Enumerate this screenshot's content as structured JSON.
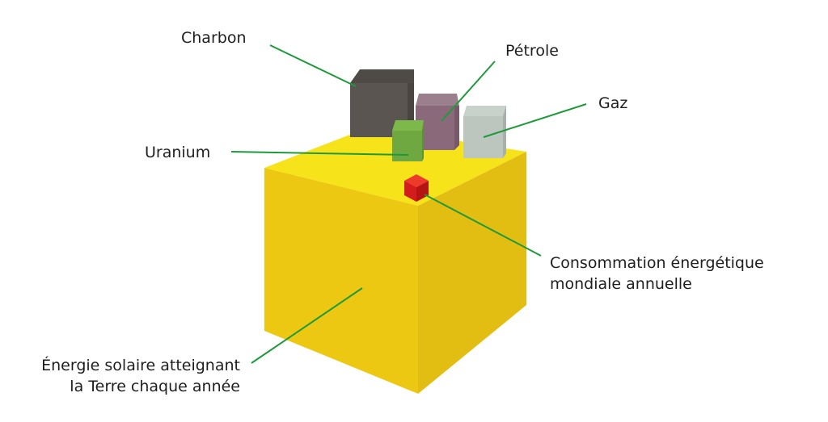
{
  "labels": {
    "charbon": "Charbon",
    "petrole": "Pétrole",
    "gaz": "Gaz",
    "uranium": "Uranium",
    "consommation_line1": "Consommation énergétique",
    "consommation_line2": "mondiale annuelle",
    "solaire_line1": "Énergie solaire atteignant",
    "solaire_line2": "la Terre chaque année"
  },
  "colors": {
    "solar": "#f3d312",
    "coal": "#5a5550",
    "oil": "#8a6a7a",
    "gas": "#bcc5be",
    "uranium": "#6fa840",
    "consumption": "#d41c1c",
    "leader": "#1f9a3a"
  }
}
